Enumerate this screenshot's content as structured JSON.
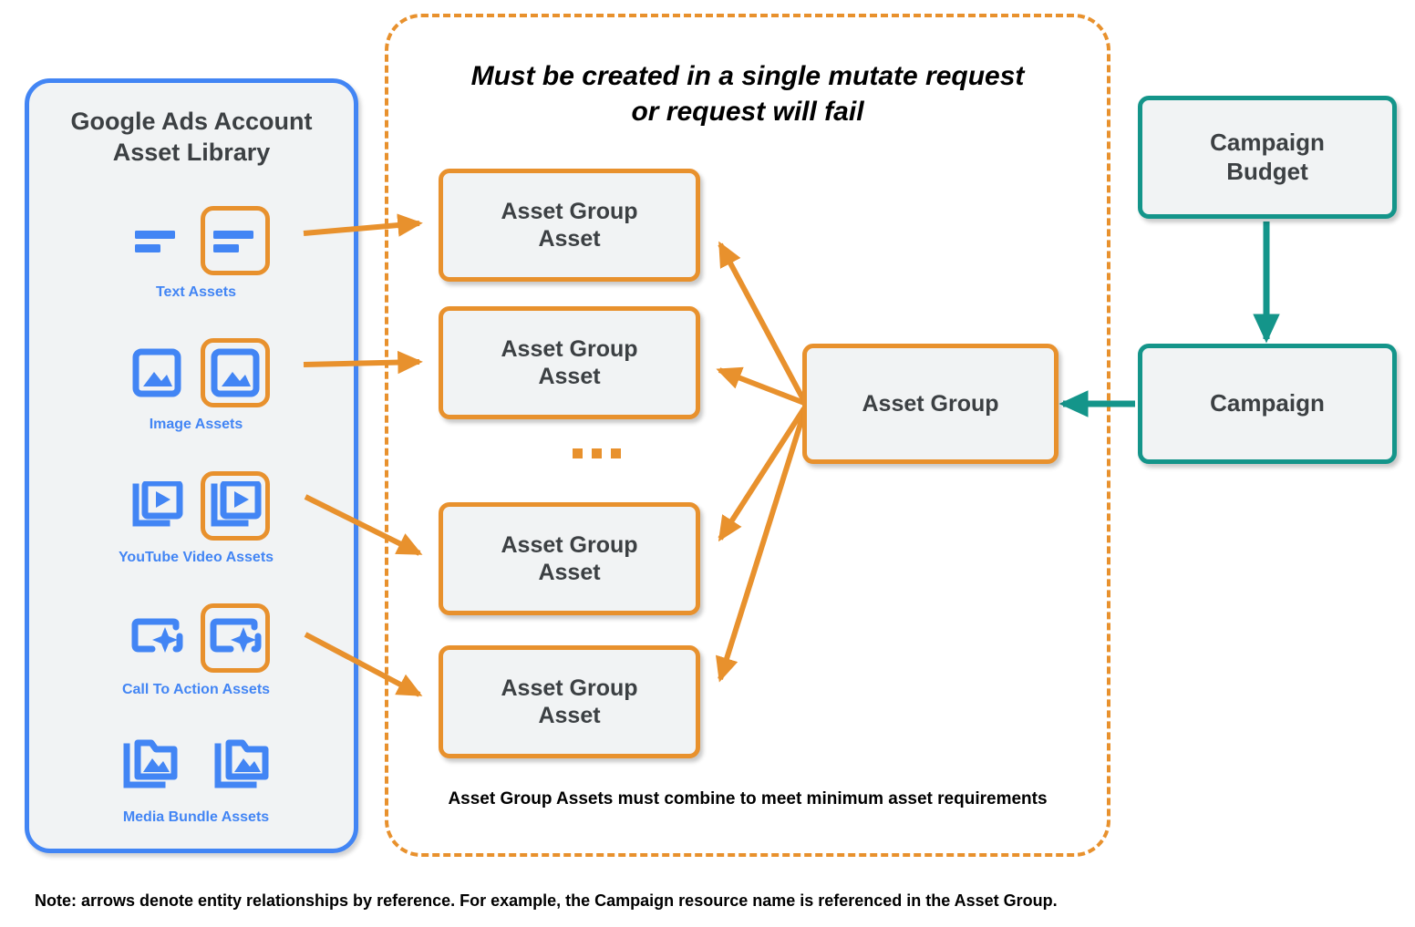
{
  "colors": {
    "orange": "#e8912d",
    "teal": "#14958a",
    "blue": "#4285f4",
    "box_fill": "#f1f3f4",
    "text_dark": "#3c4043",
    "text_black": "#000000"
  },
  "asset_library": {
    "title": "Google Ads Account\nAsset Library",
    "rows": [
      {
        "id": "text-assets",
        "label": "Text Assets",
        "icon": "text-lines-icon",
        "icon_count": 2,
        "highlighted_index": 1
      },
      {
        "id": "image-assets",
        "label": "Image Assets",
        "icon": "image-icon",
        "icon_count": 2,
        "highlighted_index": 1
      },
      {
        "id": "youtube-video-assets",
        "label": "YouTube Video  Assets",
        "icon": "video-stack-icon",
        "icon_count": 2,
        "highlighted_index": 1
      },
      {
        "id": "call-to-action-assets",
        "label": "Call To Action Assets",
        "icon": "cta-sparkle-icon",
        "icon_count": 2,
        "highlighted_index": 1
      },
      {
        "id": "media-bundle-assets",
        "label": "Media Bundle  Assets",
        "icon": "folder-image-stack-icon",
        "icon_count": 2,
        "highlighted_index": -1
      }
    ]
  },
  "mutate_region": {
    "heading": "Must be created in a single mutate request\nor request will fail",
    "footer_note": "Asset Group Assets must combine to meet minimum asset requirements",
    "asset_group_assets": [
      {
        "id": "aga-1",
        "label": "Asset Group\nAsset"
      },
      {
        "id": "aga-2",
        "label": "Asset Group\nAsset"
      },
      {
        "id": "aga-3",
        "label": "Asset Group\nAsset"
      },
      {
        "id": "aga-4",
        "label": "Asset Group\nAsset"
      }
    ],
    "ellipsis": "..."
  },
  "nodes": {
    "asset_group": "Asset Group",
    "campaign_budget": "Campaign\nBudget",
    "campaign": "Campaign"
  },
  "footer": {
    "note": "Note: arrows denote entity relationships by reference. For example, the Campaign resource name is referenced in the Asset Group."
  }
}
